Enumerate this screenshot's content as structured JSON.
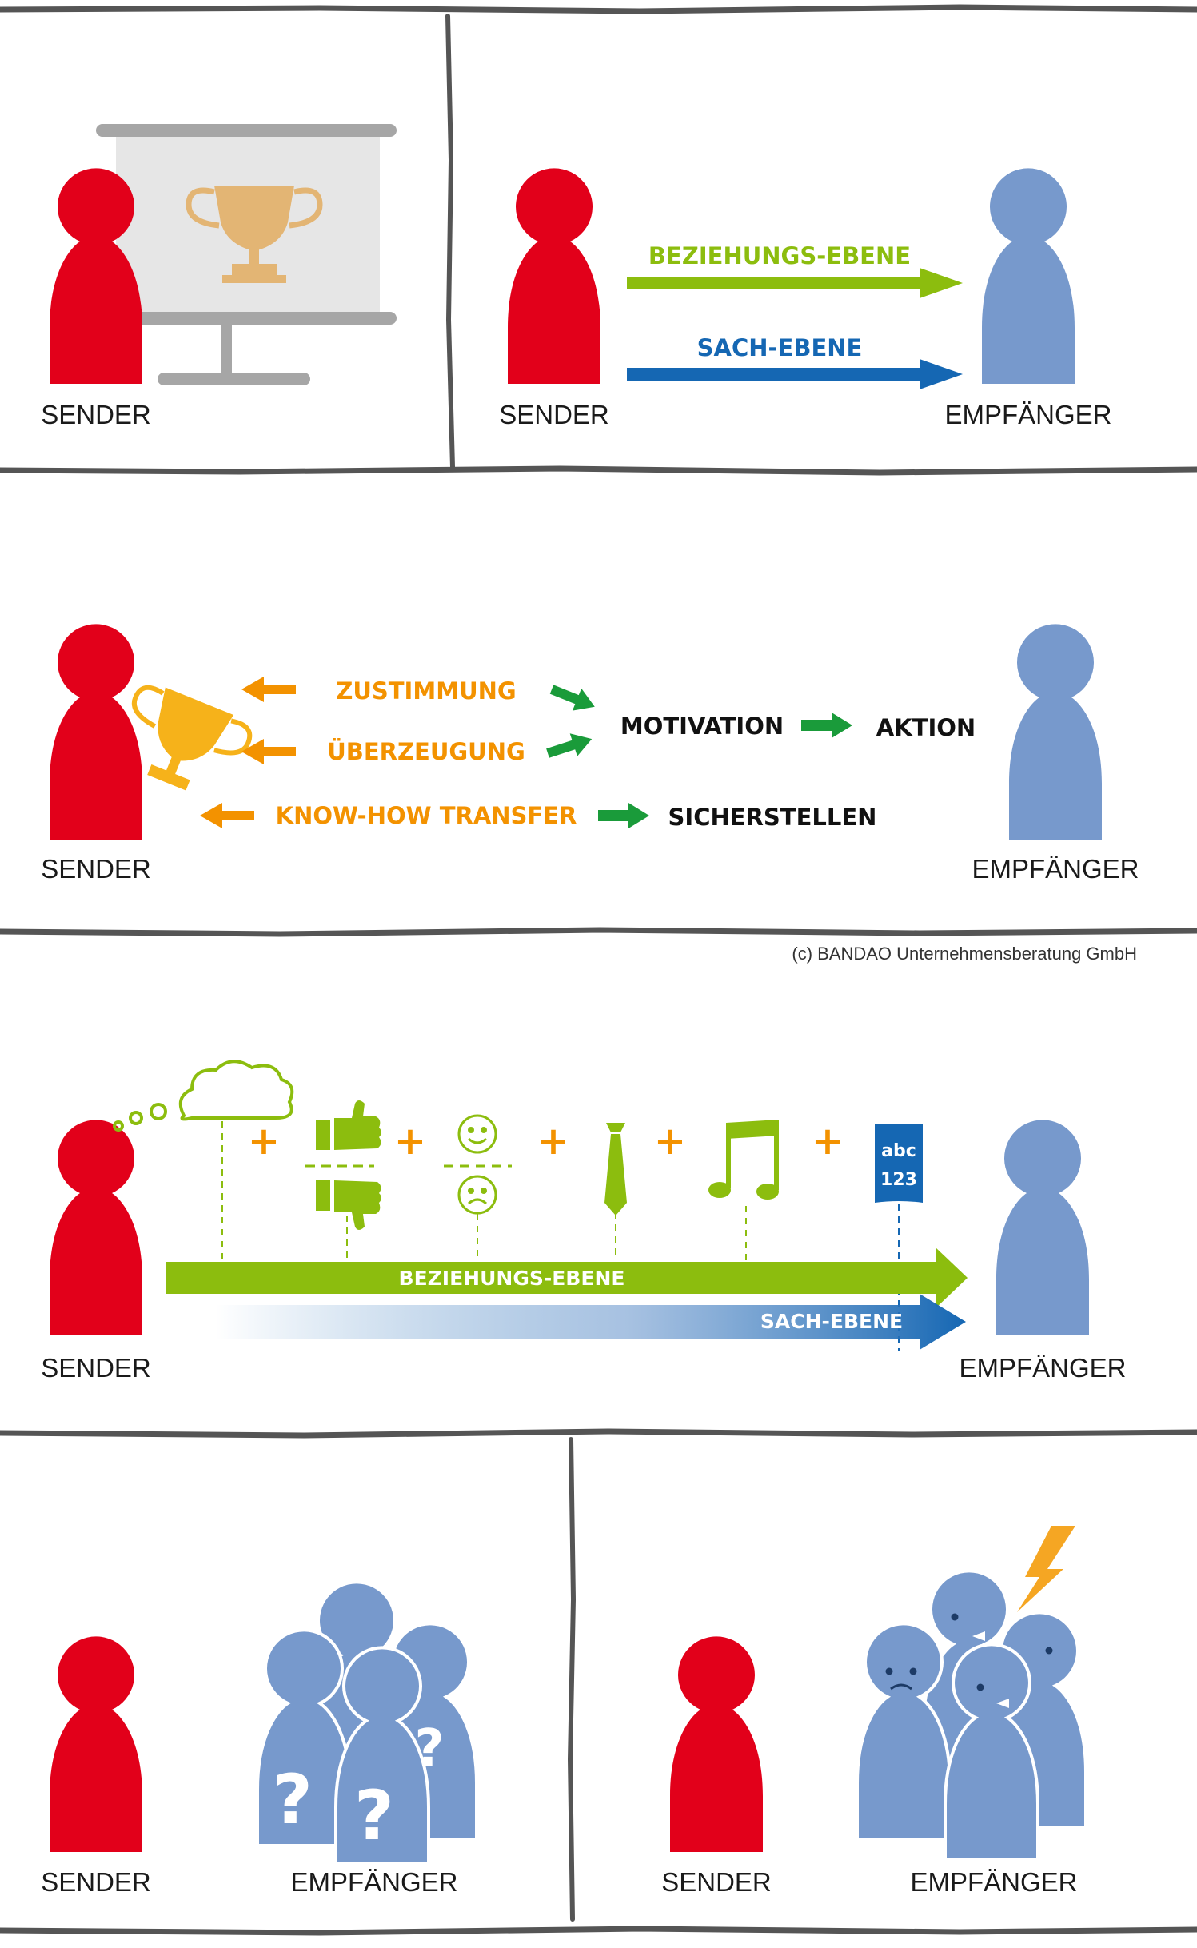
{
  "colors": {
    "sender": "#e2001a",
    "receiver": "#7799cc",
    "green": "#8cbd0e",
    "blue": "#1567b3",
    "orange": "#f39200",
    "dark_green": "#1a9b3a",
    "black": "#111111",
    "divider": "#555555",
    "board": "#e6e6e6",
    "board_rail": "#a6a6a6",
    "trophy_gold": "#e3b574",
    "bolt": "#f5a623"
  },
  "icons": {
    "presentation_board": "presentation-board-icon",
    "trophy": "trophy-icon",
    "thought_cloud": "thought-cloud-icon",
    "thumbs": "thumbs-up-down-icon",
    "faces": "smiley-frowny-icon",
    "tie": "tie-icon",
    "music": "music-note-icon",
    "abc123": "abc-123-icon",
    "lightning": "lightning-bolt-icon"
  },
  "panel1": {
    "sender_label": "SENDER"
  },
  "panel2": {
    "sender_label": "SENDER",
    "receiver_label": "EMPFÄNGER",
    "relation_level": "BEZIEHUNGS-EBENE",
    "content_level": "SACH-EBENE"
  },
  "panel3": {
    "sender_label": "SENDER",
    "receiver_label": "EMPFÄNGER",
    "goals": [
      "ZUSTIMMUNG",
      "ÜBERZEUGUNG",
      "KNOW-HOW TRANSFER"
    ],
    "motivation": "MOTIVATION",
    "action": "AKTION",
    "ensure": "SICHERSTELLEN",
    "copyright": "(c) BANDAO Unternehmensberatung GmbH"
  },
  "panel4": {
    "sender_label": "SENDER",
    "receiver_label": "EMPFÄNGER",
    "relation_level": "BEZIEHUNGS-EBENE",
    "content_level": "SACH-EBENE",
    "plus": "+",
    "abc": "abc",
    "num": "123"
  },
  "panel5": {
    "sender_label": "SENDER",
    "receiver_label": "EMPFÄNGER",
    "question": "?"
  },
  "panel6": {
    "sender_label": "SENDER",
    "receiver_label": "EMPFÄNGER"
  }
}
